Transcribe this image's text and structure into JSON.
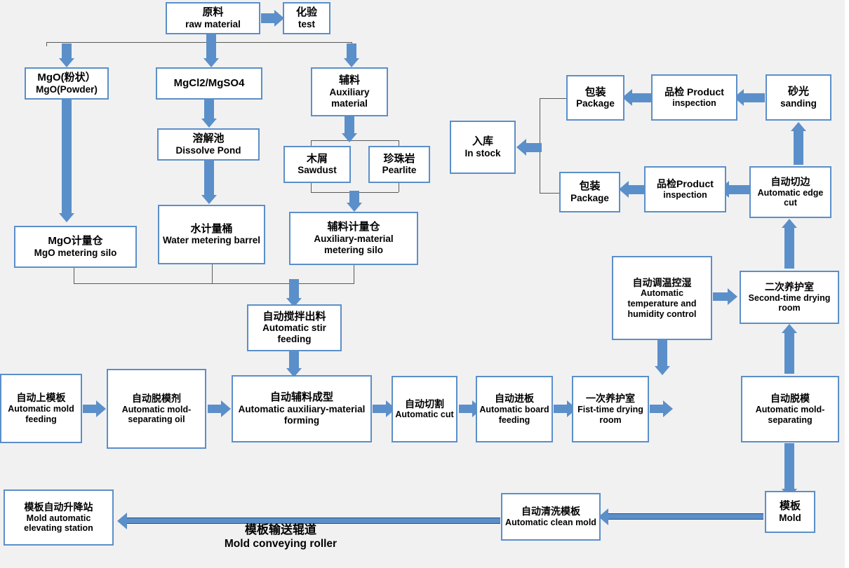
{
  "diagram": {
    "title": "Magnesium board production process flow",
    "background": "#f1f1f1",
    "box_border_color": "#5b8fc9",
    "arrow_color": "#5b8fc9",
    "line_color": "#595959"
  },
  "nodes": {
    "raw_material": {
      "cn": "原料",
      "en": "raw material"
    },
    "test": {
      "cn": "化验",
      "en": "test"
    },
    "mgo_powder": {
      "cn": "MgO(粉状）",
      "en": "MgO(Powder)"
    },
    "mgcl2": {
      "cn": "MgCl2/MgSO4",
      "en": ""
    },
    "auxiliary_material": {
      "cn": "辅料",
      "en": "Auxiliary material"
    },
    "dissolve_pond": {
      "cn": "溶解池",
      "en": "Dissolve  Pond"
    },
    "sawdust": {
      "cn": "木屑",
      "en": "Sawdust"
    },
    "pearlite": {
      "cn": "珍珠岩",
      "en": "Pearlite"
    },
    "mgo_metering_silo": {
      "cn": "MgO计量仓",
      "en": "MgO metering silo"
    },
    "water_metering": {
      "cn": "水计量桶",
      "en": "Water metering barrel"
    },
    "aux_metering_silo": {
      "cn": "辅料计量仓",
      "en": "Auxiliary-material metering silo"
    },
    "stir_feeding": {
      "cn": "自动搅拌出料",
      "en": "Automatic stir feeding"
    },
    "mold_feeding": {
      "cn": "自动上模板",
      "en": "Automatic mold feeding"
    },
    "mold_sep_oil": {
      "cn": "自动脱模剂",
      "en": "Automatic mold-separating oil"
    },
    "aux_forming": {
      "cn": "自动辅料成型",
      "en": "Automatic auxiliary-material forming"
    },
    "auto_cut": {
      "cn": "自动切割",
      "en": "Automatic cut"
    },
    "board_feeding": {
      "cn": "自动进板",
      "en": "Automatic board feeding"
    },
    "first_drying": {
      "cn": "一次养护室",
      "en": "Fist-time drying room"
    },
    "mold_separating": {
      "cn": "自动脱模",
      "en": "Automatic mold-separating"
    },
    "temp_humidity": {
      "cn": "自动调温控湿",
      "en": "Automatic temperature and humidity control"
    },
    "second_drying": {
      "cn": "二次养护室",
      "en": "Second-time drying room"
    },
    "edge_cut": {
      "cn": "自动切边",
      "en": "Automatic edge cut"
    },
    "sanding": {
      "cn": "砂光",
      "en": "sanding"
    },
    "inspection_top": {
      "cn": "品检 Product",
      "en": "inspection"
    },
    "package_top": {
      "cn": "包装",
      "en": "Package"
    },
    "inspection_bottom": {
      "cn": "品检Product",
      "en": "inspection"
    },
    "package_bottom": {
      "cn": "包装",
      "en": "Package"
    },
    "in_stock": {
      "cn": "入库",
      "en": "In stock"
    },
    "mold": {
      "cn": "模板",
      "en": "Mold"
    },
    "clean_mold": {
      "cn": "自动清洗模板",
      "en": "Automatic clean mold"
    },
    "elevating_station": {
      "cn": "模板自动升降站",
      "en": "Mold automatic elevating station"
    }
  },
  "captions": {
    "conveying_roller": {
      "cn": "模板输送辊道",
      "en": "Mold  conveying  roller"
    }
  }
}
